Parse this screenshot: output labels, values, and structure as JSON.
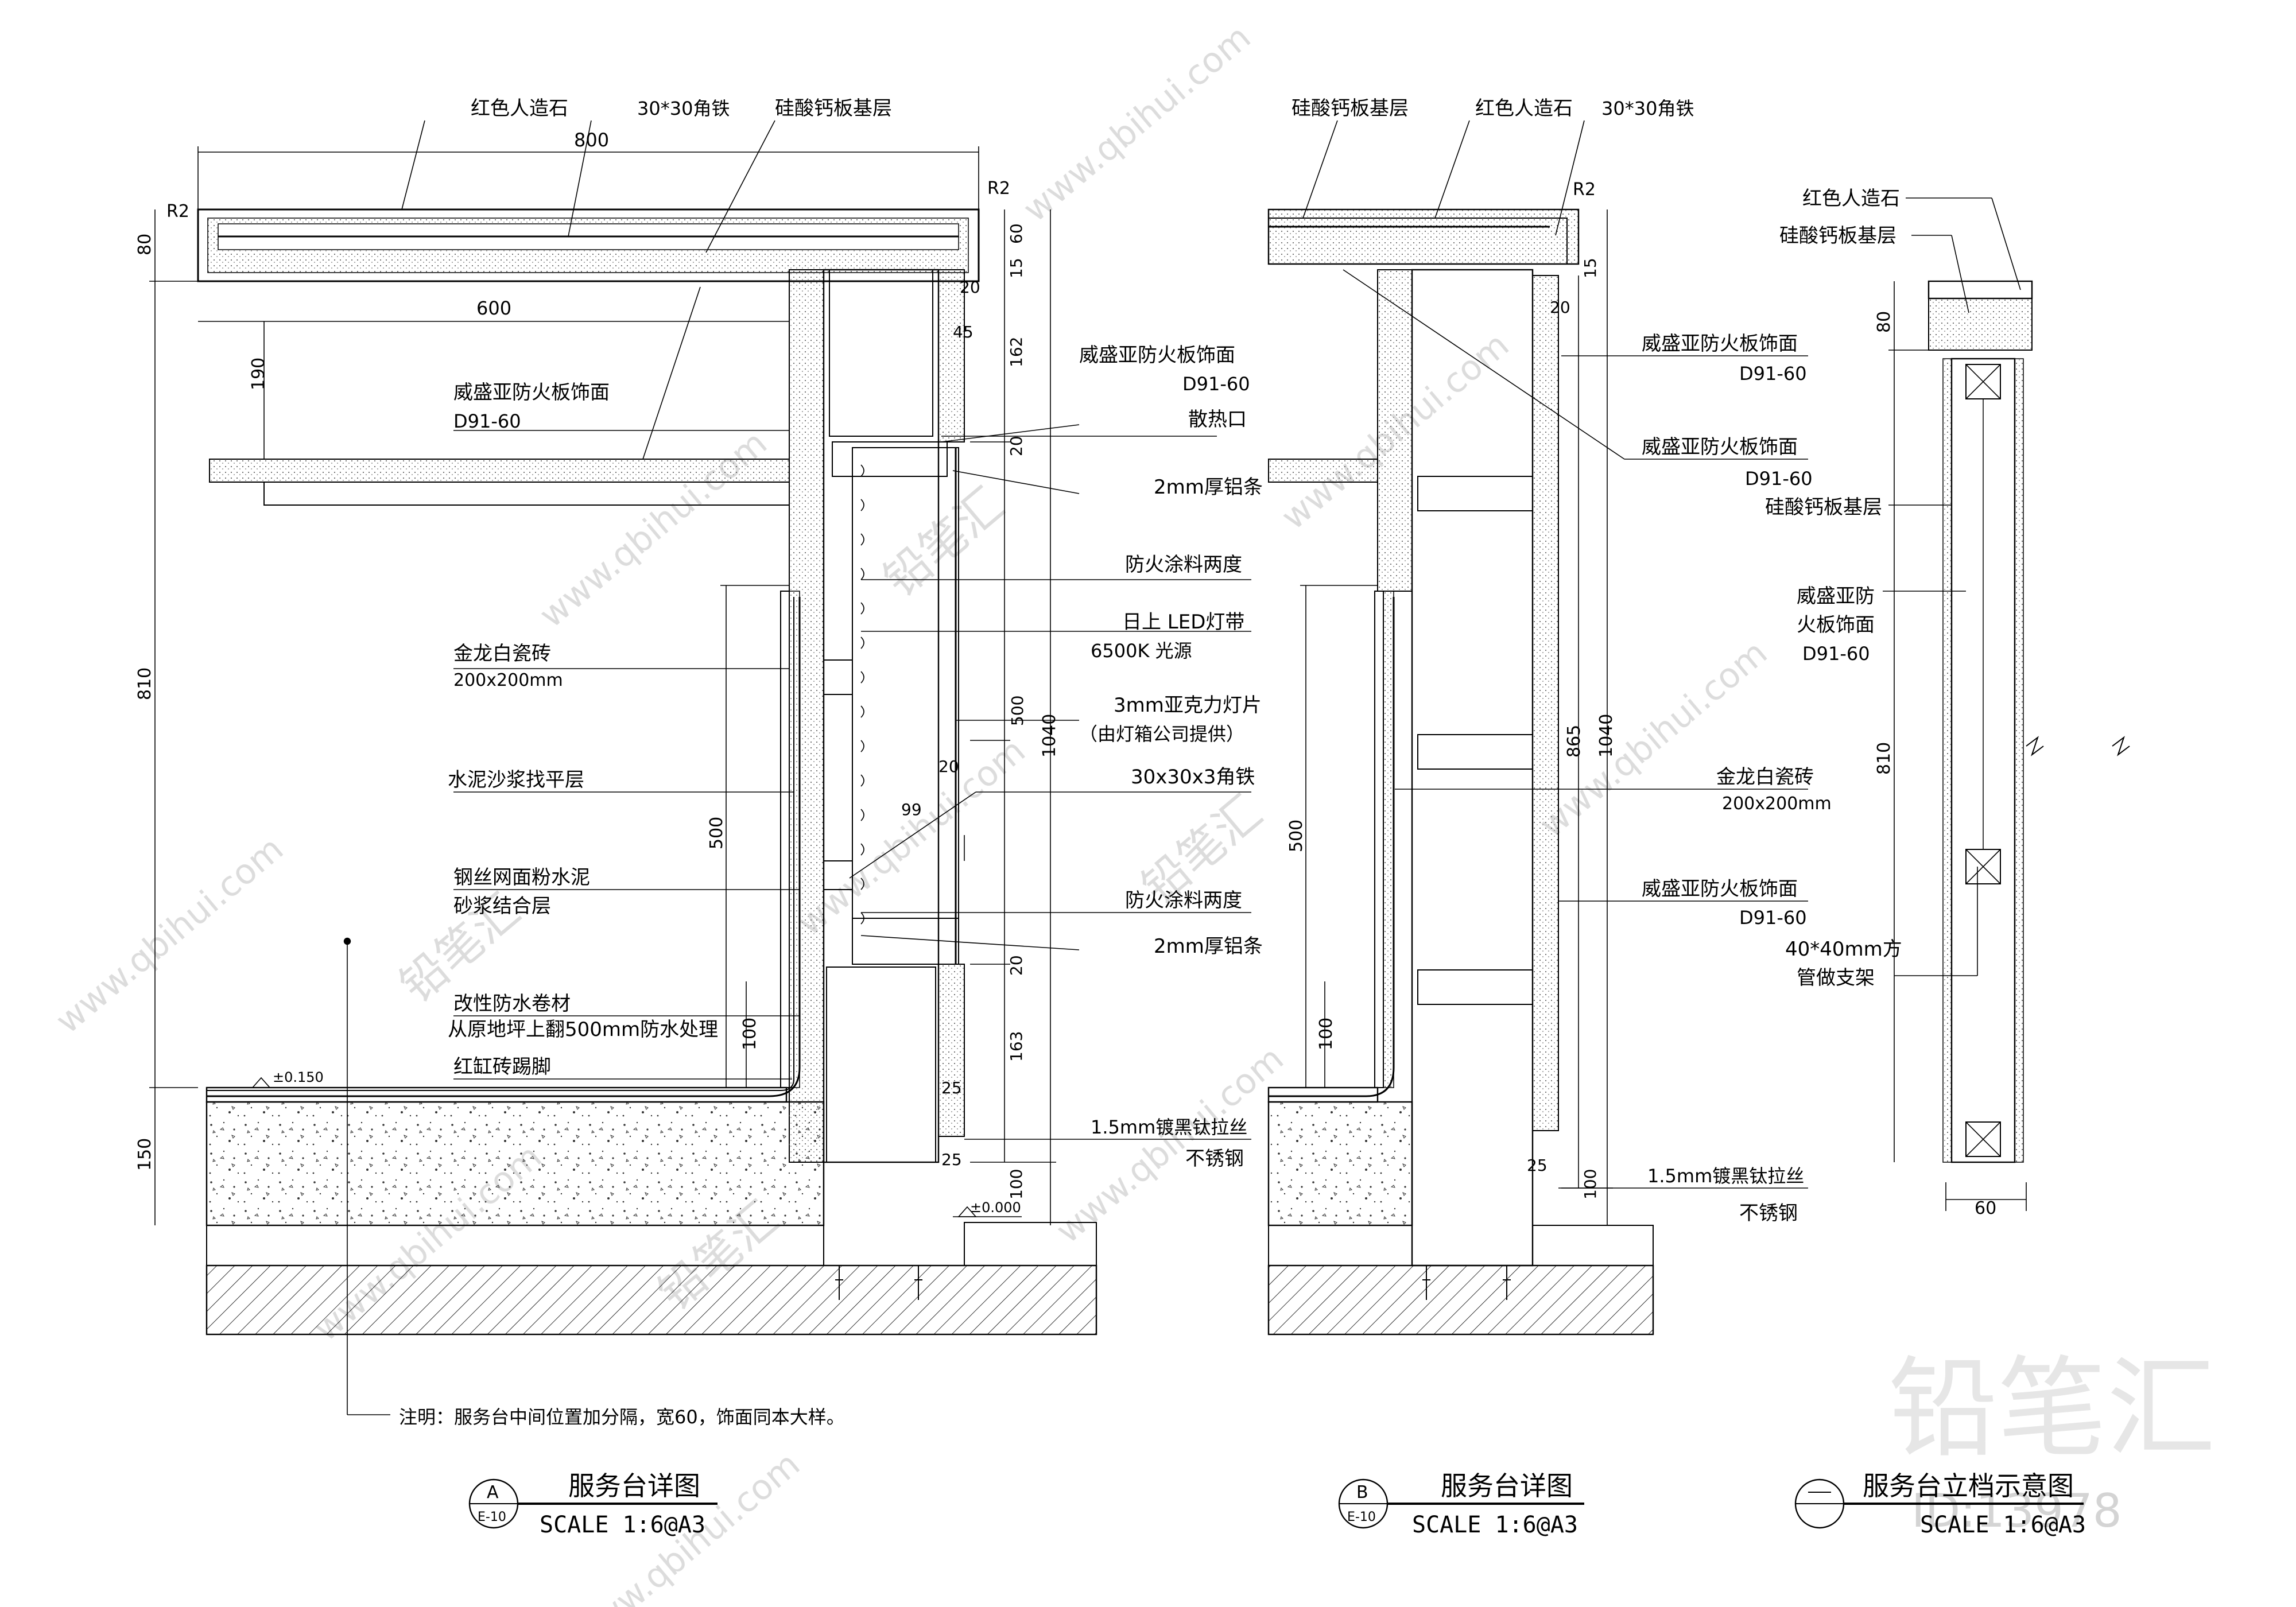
{
  "detail_a": {
    "title": "服务台详图",
    "scale": "SCALE 1:6@A3",
    "tag_letter": "A",
    "tag_sheet": "E-10",
    "labels": {
      "stone": "红色人造石",
      "angle_steel": "30*30角铁",
      "calcium_board": "硅酸钙板基层",
      "fireboard_1": "威盛亚防火板饰面",
      "fireboard_1_code": "D91-60",
      "fireboard_2": "威盛亚防火板饰面",
      "fireboard_2_code": "D91-60",
      "vent": "散热口",
      "aluminum_1": "2mm厚铝条",
      "fire_paint_1": "防火涂料两度",
      "led": "日上 LED灯带",
      "led_spec": "6500K  光源",
      "acrylic": "3mm亚克力灯片",
      "acrylic_note": "（由灯箱公司提供）",
      "angle_30x3": "30x30x3角铁",
      "fire_paint_2": "防火涂料两度",
      "aluminum_2": "2mm厚铝条",
      "tile": "金龙白瓷砖",
      "tile_size": "200x200mm",
      "mortar": "水泥沙浆找平层",
      "mesh_1": "钢丝网面粉水泥",
      "mesh_2": "砂浆结合层",
      "waterproof_1": "改性防水卷材",
      "waterproof_2": "从原地坪上翻500mm防水处理",
      "skirting": "红缸砖踢脚",
      "steel_1": "1.5mm镀黑钛拉丝",
      "steel_2": "不锈钢",
      "note": "注明：服务台中间位置加分隔，宽60，饰面同本大样。"
    },
    "dims": {
      "w800": "800",
      "w600": "600",
      "h80": "80",
      "h190": "190",
      "h810": "810",
      "h150": "150",
      "h500": "500",
      "h100": "100",
      "r2a": "R2",
      "r2b": "R2",
      "d60": "60",
      "d15": "15",
      "d20a": "20",
      "d45": "45",
      "d162": "162",
      "d20b": "20",
      "d500": "500",
      "d1040": "1040",
      "d20c": "20",
      "d99": "99",
      "d20d": "20",
      "d163": "163",
      "d25a": "25",
      "d25b": "25",
      "d100": "100",
      "lv150": "±0.150",
      "lv000": "±0.000"
    }
  },
  "detail_b": {
    "title": "服务台详图",
    "scale": "SCALE 1:6@A3",
    "tag_letter": "B",
    "tag_sheet": "E-10",
    "labels": {
      "calcium_board": "硅酸钙板基层",
      "stone": "红色人造石",
      "angle_steel": "30*30角铁",
      "fireboard_1": "威盛亚防火板饰面",
      "fireboard_1_code": "D91-60",
      "fireboard_2": "威盛亚防火板饰面",
      "fireboard_2_code": "D91-60",
      "tile": "金龙白瓷砖",
      "tile_size": "200x200mm",
      "fireboard_3": "威盛亚防火板饰面",
      "fireboard_3_code": "D91-60",
      "steel_1": "1.5mm镀黑钛拉丝",
      "steel_2": "不锈钢"
    },
    "dims": {
      "r2": "R2",
      "d15": "15",
      "d20": "20",
      "h500": "500",
      "h865": "865",
      "h1040": "1040",
      "h100": "100",
      "d25": "25",
      "d100": "100"
    }
  },
  "detail_c": {
    "title": "服务台立档示意图",
    "scale": "SCALE 1:6@A3",
    "labels": {
      "stone": "红色人造石",
      "calcium_board_1": "硅酸钙板基层",
      "calcium_board_2": "硅酸钙板基层",
      "fireboard_1": "威盛亚防",
      "fireboard_2": "火板饰面",
      "fireboard_code": "D91-60",
      "pipe_1": "40*40mm方",
      "pipe_2": "管做支架"
    },
    "dims": {
      "h80": "80",
      "h810": "810",
      "w60": "60"
    }
  },
  "watermark": {
    "brand": "铅笔汇",
    "url": "www.qbihui.com",
    "code": "ID:13978"
  }
}
